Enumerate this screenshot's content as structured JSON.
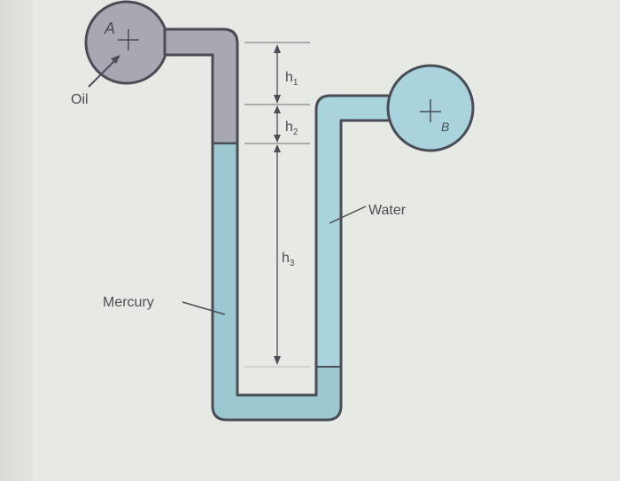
{
  "labels": {
    "vessel_a": "A",
    "vessel_b": "B",
    "oil": "Oil",
    "water": "Water",
    "mercury": "Mercury",
    "h1": "h",
    "h1_sub": "1",
    "h2": "h",
    "h2_sub": "2",
    "h3": "h",
    "h3_sub": "3"
  },
  "colors": {
    "oil": "#a8a8b3",
    "mercury": "#9cc8d2",
    "water": "#a9d4de",
    "outline": "#4a4d55",
    "background": "#e7e9e4"
  }
}
